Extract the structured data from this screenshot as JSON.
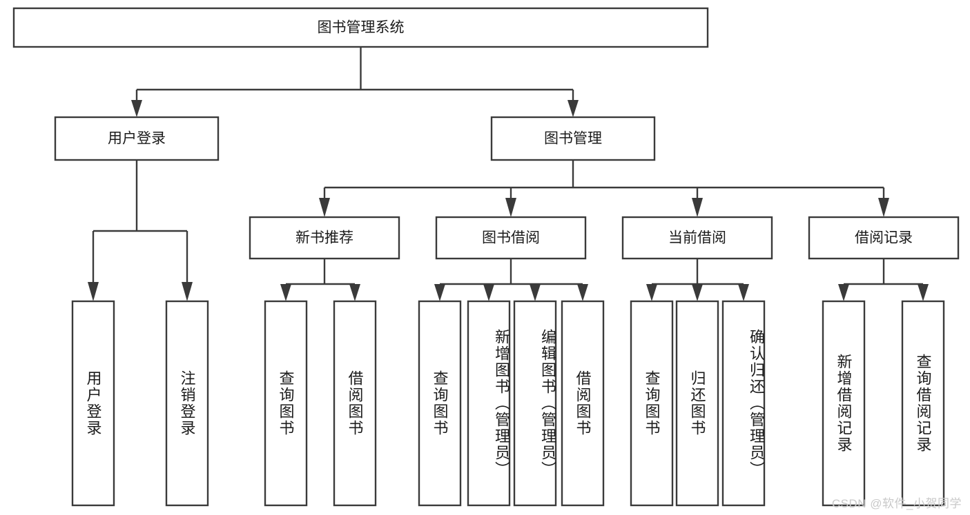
{
  "diagram": {
    "type": "tree-hierarchy",
    "orientation": "top-down",
    "title": "图书管理系统",
    "root": {
      "id": "root",
      "label": "图书管理系统"
    },
    "level1": [
      {
        "id": "user-login",
        "label": "用户登录"
      },
      {
        "id": "book-manage",
        "label": "图书管理"
      }
    ],
    "level2": [
      {
        "id": "new-book-rec",
        "label": "新书推荐",
        "parent": "book-manage"
      },
      {
        "id": "book-borrow",
        "label": "图书借阅",
        "parent": "book-manage"
      },
      {
        "id": "current-borrow",
        "label": "当前借阅",
        "parent": "book-manage"
      },
      {
        "id": "borrow-record",
        "label": "借阅记录",
        "parent": "book-manage"
      }
    ],
    "leaves": {
      "user-login": [
        {
          "id": "leaf-user-login",
          "label": "用户登录"
        },
        {
          "id": "leaf-user-logout",
          "label": "注销登录"
        }
      ],
      "new-book-rec": [
        {
          "id": "leaf-query-book-1",
          "label": "查询图书"
        },
        {
          "id": "leaf-borrow-book-1",
          "label": "借阅图书"
        }
      ],
      "book-borrow": [
        {
          "id": "leaf-query-book-2",
          "label": "查询图书"
        },
        {
          "id": "leaf-add-book",
          "label": "新增图书（管理员）"
        },
        {
          "id": "leaf-edit-book",
          "label": "编辑图书（管理员）"
        },
        {
          "id": "leaf-borrow-book-2",
          "label": "借阅图书"
        }
      ],
      "current-borrow": [
        {
          "id": "leaf-query-book-3",
          "label": "查询图书"
        },
        {
          "id": "leaf-return-book",
          "label": "归还图书"
        },
        {
          "id": "leaf-confirm-return",
          "label": "确认归还（管理员）"
        }
      ],
      "borrow-record": [
        {
          "id": "leaf-add-record",
          "label": "新增借阅记录"
        },
        {
          "id": "leaf-query-record",
          "label": "查询借阅记录"
        }
      ]
    }
  },
  "watermark": {
    "text": "CSDN @软件_小贺同学"
  },
  "colors": {
    "stroke": "#3a3a3a",
    "box_fill": "#ffffff",
    "text": "#1b1b1b",
    "background": "#ffffff",
    "watermark": "#c9c9c9"
  }
}
